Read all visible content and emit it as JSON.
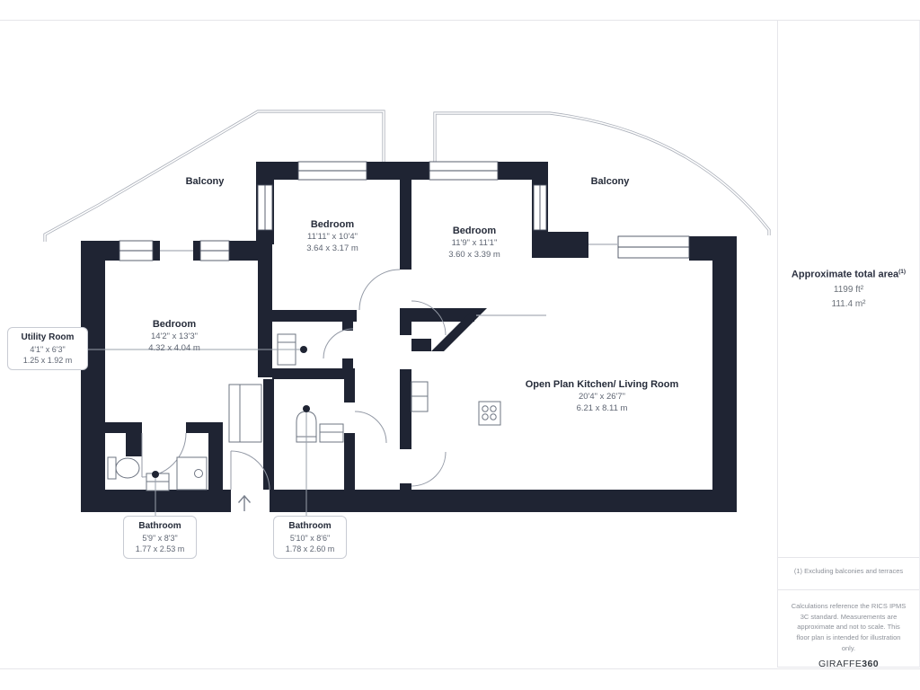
{
  "plan": {
    "wall_color": "#1f2433",
    "balcony_left": "Balcony",
    "balcony_right": "Balcony",
    "rooms": {
      "bedroom_top_left": {
        "name": "Bedroom",
        "imperial": "11'11\" x 10'4\"",
        "metric": "3.64 x 3.17 m"
      },
      "bedroom_top_right": {
        "name": "Bedroom",
        "imperial": "11'9\" x 11'1\"",
        "metric": "3.60 x 3.39 m"
      },
      "bedroom_left": {
        "name": "Bedroom",
        "imperial": "14'2\" x 13'3\"",
        "metric": "4.32 x 4.04 m"
      },
      "open_plan": {
        "name": "Open Plan Kitchen/ Living Room",
        "imperial": "20'4\" x 26'7\"",
        "metric": "6.21 x 8.11 m"
      },
      "utility": {
        "name": "Utility Room",
        "imperial": "4'1\" x 6'3\"",
        "metric": "1.25 x 1.92 m"
      },
      "bathroom_left": {
        "name": "Bathroom",
        "imperial": "5'9\" x 8'3\"",
        "metric": "1.77 x 2.53 m"
      },
      "bathroom_right": {
        "name": "Bathroom",
        "imperial": "5'10\" x 8'6\"",
        "metric": "1.78 x 2.60 m"
      }
    }
  },
  "sidebar": {
    "area_title": "Approximate total area",
    "area_footnote_ref": "(1)",
    "area_ft": "1199 ft²",
    "area_m": "111.4 m²",
    "footnote": "(1) Excluding balconies and terraces",
    "disclaimer": "Calculations reference the RICS IPMS 3C standard. Measurements are approximate and not to scale. This floor plan is intended for illustration only.",
    "logo_text": "GIRAFFE",
    "logo_suffix": "360"
  }
}
